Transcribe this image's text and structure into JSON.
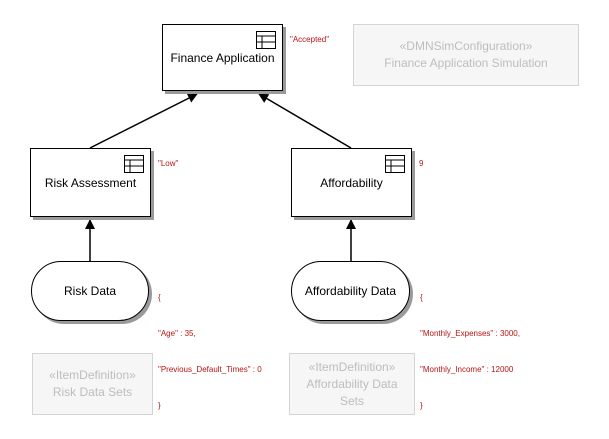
{
  "diagram": {
    "decisions": {
      "finance_application": {
        "label": "Finance Application",
        "result": "\"Accepted\"",
        "icon": "decision-table-icon"
      },
      "risk_assessment": {
        "label": "Risk Assessment",
        "result": "\"Low\"",
        "icon": "decision-table-icon"
      },
      "affordability": {
        "label": "Affordability",
        "result": "9",
        "icon": "decision-table-icon"
      }
    },
    "inputs": {
      "risk_data": {
        "label": "Risk Data",
        "value_lines": [
          "{",
          "\"Age\" : 35,",
          "\"Previous_Default_Times\" : 0",
          "}"
        ]
      },
      "affordability_data": {
        "label": "Affordability Data",
        "value_lines": [
          "{",
          "\"Monthly_Expenses\" : 3000,",
          "\"Monthly_Income\" : 12000",
          "}"
        ]
      }
    },
    "artifacts": {
      "sim_config": {
        "stereotype": "«DMNSimConfiguration»",
        "name": "Finance Application Simulation"
      },
      "risk_item_def": {
        "stereotype": "«ItemDefinition»",
        "name": "Risk Data Sets"
      },
      "afford_item_def": {
        "stereotype": "«ItemDefinition»",
        "name_line1": "Affordability Data",
        "name_line2": "Sets"
      }
    },
    "colors": {
      "annotation": "#b81414",
      "ghost_text": "#bdbdbd",
      "ghost_border": "#d4d4d4",
      "shadow": "#9a9a9a"
    }
  }
}
